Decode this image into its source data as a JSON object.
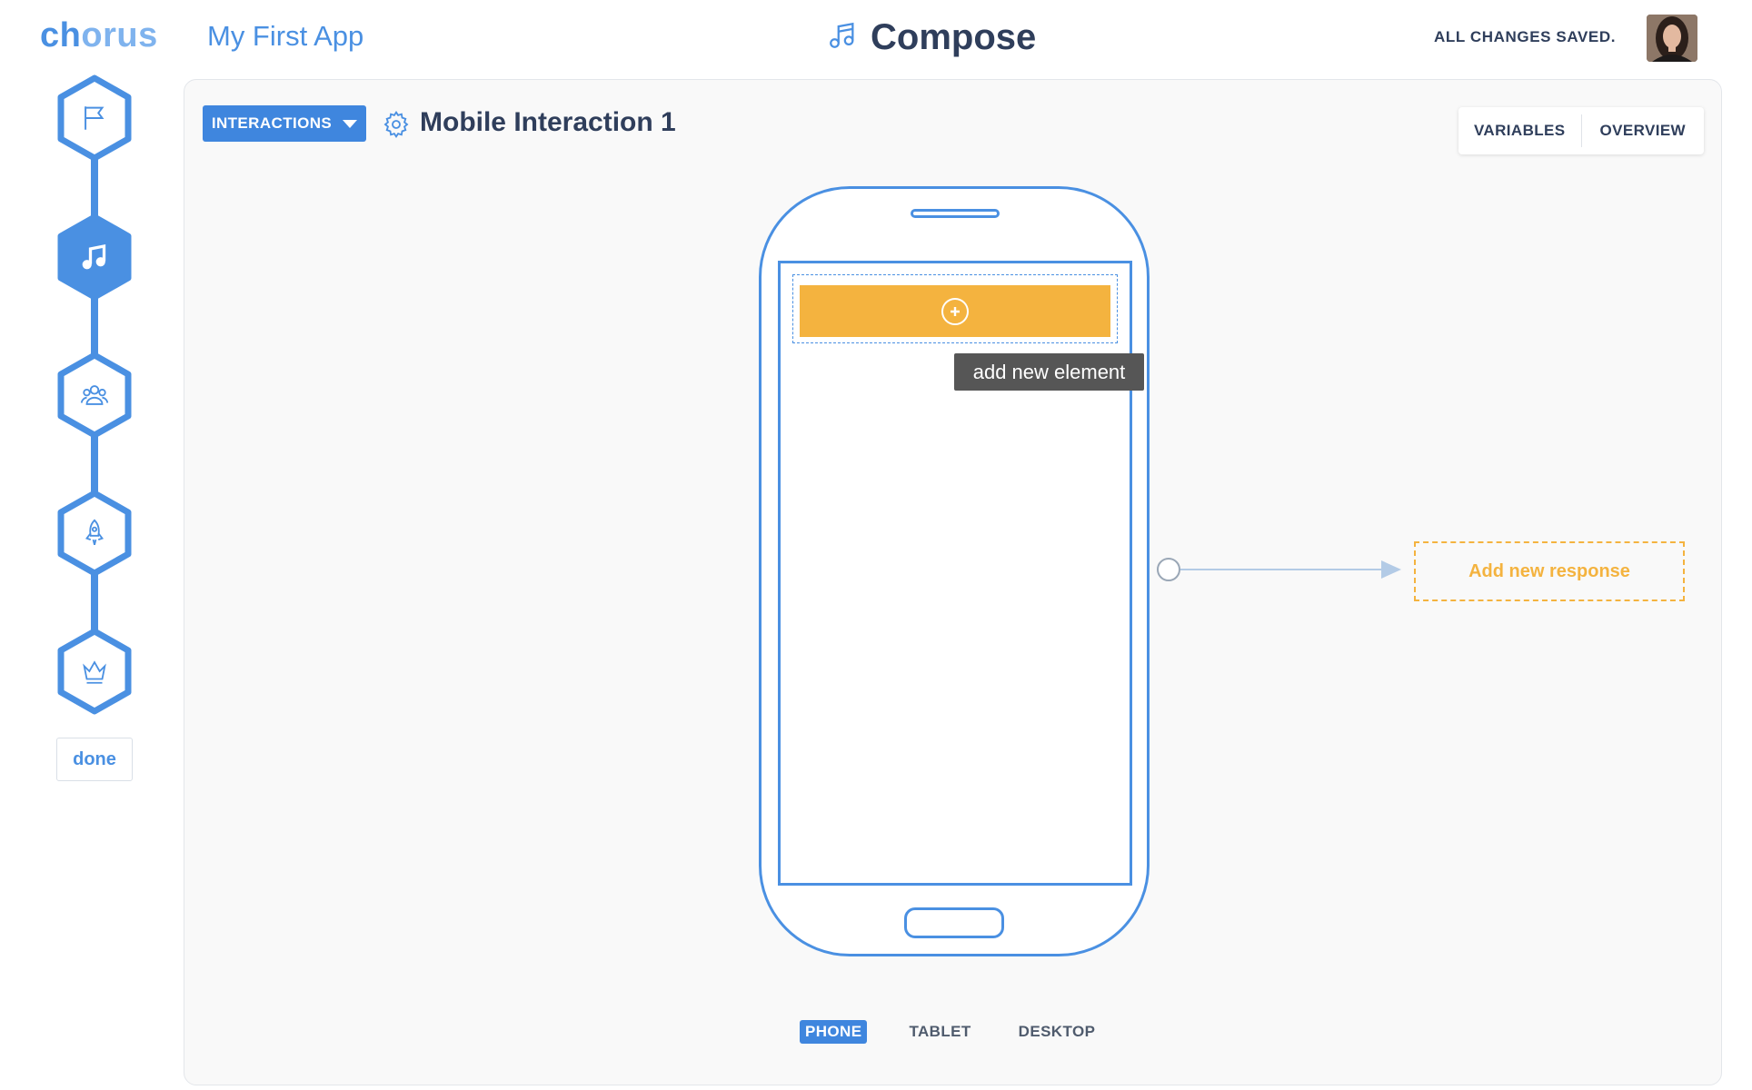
{
  "header": {
    "logo_a": "ch",
    "logo_b": "o",
    "logo_c": "rus",
    "app_name": "My First App",
    "page_title": "Compose",
    "page_icon": "music-note-icon",
    "status": "ALL CHANGES SAVED."
  },
  "sidebar": {
    "steps": [
      {
        "icon": "flag-icon",
        "active": false
      },
      {
        "icon": "music-note-icon",
        "active": true
      },
      {
        "icon": "users-icon",
        "active": false
      },
      {
        "icon": "rocket-icon",
        "active": false
      },
      {
        "icon": "crown-icon",
        "active": false
      }
    ],
    "done_label": "done"
  },
  "toolbar": {
    "interactions_label": "INTERACTIONS",
    "interaction_name": "Mobile Interaction 1",
    "variables_label": "VARIABLES",
    "overview_label": "OVERVIEW"
  },
  "canvas": {
    "tooltip": "add new element",
    "response_label": "Add new response"
  },
  "devices": {
    "phone": "PHONE",
    "tablet": "TABLET",
    "desktop": "DESKTOP",
    "active": "PHONE"
  },
  "colors": {
    "primary": "#4a90e2",
    "button": "#3f86de",
    "accent": "#f4b33f",
    "text": "#2f3e5b"
  }
}
